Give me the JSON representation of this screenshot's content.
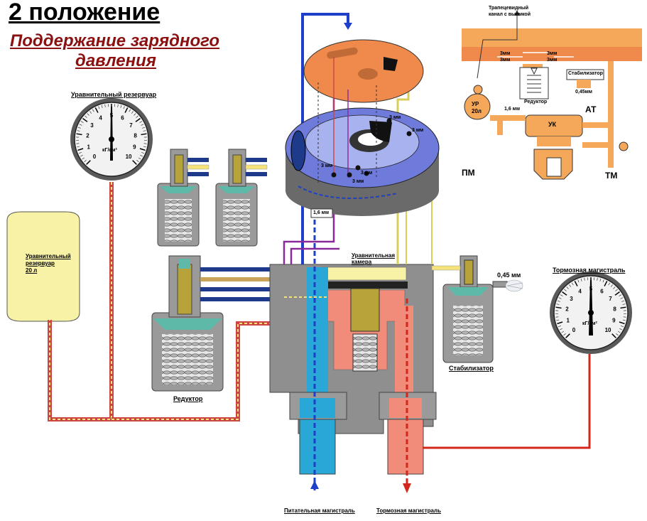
{
  "title": "2 положение",
  "subtitle_line1": "Поддержание зарядного",
  "subtitle_line2": "давления",
  "labels": {
    "equalizing_reservoir_gauge": "Уравнительный резервуар",
    "equalizing_reservoir_tank_line1": "Уравнительный",
    "equalizing_reservoir_tank_line2": "резервуар",
    "equalizing_reservoir_tank_line3": "20 л",
    "reducer": "Редуктор",
    "equalizing_chamber_line1": "Уравнительная",
    "equalizing_chamber_line2": "камера",
    "stabilizer": "Стабилизатор",
    "brake_line_gauge": "Тормозная магистраль",
    "feed_main_bottom": "Питательная магистраль",
    "brake_main_bottom": "Тормозная магистраль",
    "orifice_045": "0,45 мм",
    "orifice_16": "1,6 мм",
    "orifice_3a": "3 мм",
    "orifice_3b": "3 мм",
    "orifice_3c": "3 мм",
    "orifice_3d": "3 мм",
    "orifice_3e": "3 мм",
    "gauge_unit": "кГ/см²"
  },
  "schematic": {
    "channel_line1": "Трапецевидный",
    "channel_line2": "канал с выемкой",
    "m1": "3мм",
    "m2": "3мм",
    "m3": "3мм",
    "m4": "3мм",
    "reducer": "Редуктор",
    "stabilizer": "Стабилизатор",
    "ur_line1": "УР",
    "ur_line2": "20л",
    "d16": "1,6 мм",
    "d045": "0,45мм",
    "uk": "УК",
    "pm": "ПМ",
    "tm": "ТМ",
    "at": "АТ"
  },
  "gauge_ticks": [
    "0",
    "1",
    "2",
    "3",
    "4",
    "5",
    "6",
    "7",
    "8",
    "9",
    "10"
  ],
  "colors": {
    "feed_blue": "#1e5bd6",
    "brake_red": "#e23b2a",
    "equalizing_yellow": "#f5f0a0",
    "valve_orange": "#f4a24a",
    "body_gray": "#8f8f8f",
    "title_red": "#8b1010"
  }
}
